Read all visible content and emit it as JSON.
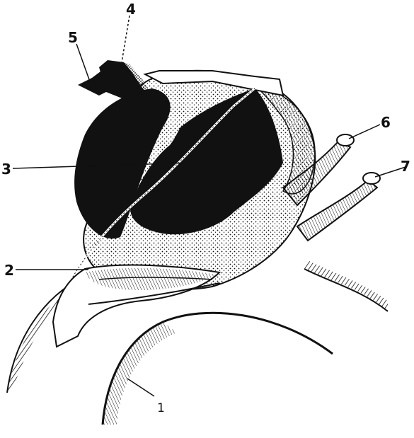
{
  "figure": {
    "colors": {
      "ink": "#111111",
      "paper": "#ffffff"
    },
    "labels": [
      "1",
      "2",
      "3",
      "4",
      "5",
      "6",
      "7"
    ]
  }
}
